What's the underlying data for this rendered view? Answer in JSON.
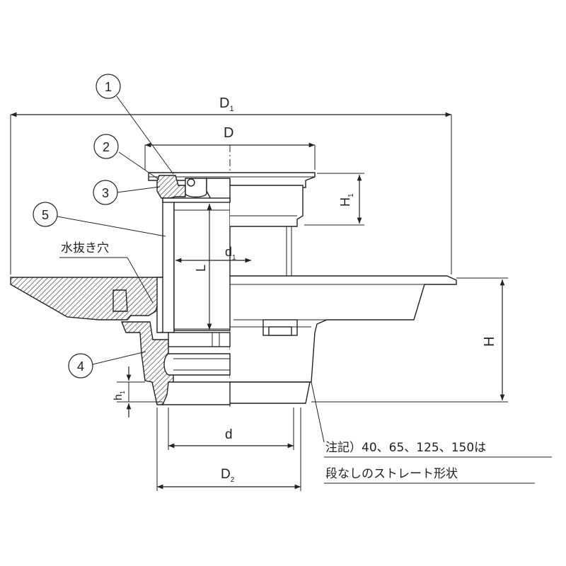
{
  "callouts": [
    "1",
    "2",
    "3",
    "5",
    "4"
  ],
  "dimensions": {
    "D1": {
      "main": "D",
      "sub": "1"
    },
    "D": {
      "main": "D",
      "sub": ""
    },
    "H1": {
      "main": "H",
      "sub": "1"
    },
    "d1": {
      "main": "d",
      "sub": "1"
    },
    "L": {
      "main": "L",
      "sub": ""
    },
    "H": {
      "main": "H",
      "sub": ""
    },
    "h1": {
      "main": "h",
      "sub": "1"
    },
    "d": {
      "main": "d",
      "sub": ""
    },
    "D2": {
      "main": "D",
      "sub": "2"
    }
  },
  "labels": {
    "drain_hole": "水抜き穴"
  },
  "note": {
    "line1": "注記）40、65、125、150は",
    "line2": "段なしのストレート形状"
  }
}
